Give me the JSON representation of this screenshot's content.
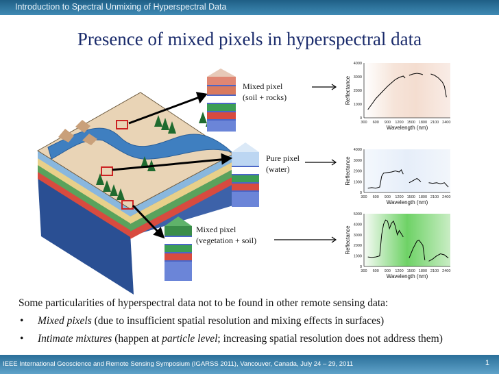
{
  "header": {
    "section_title": "Introduction to Spectral Unmixing of Hyperspectral Data"
  },
  "slide": {
    "title": "Presence of mixed pixels in hyperspectral data"
  },
  "labels": {
    "mixed1_line1": "Mixed pixel",
    "mixed1_line2": "(soil + rocks)",
    "pure_line1": "Pure pixel",
    "pure_line2": "(water)",
    "mixed2_line1": "Mixed pixel",
    "mixed2_line2": "(vegetation + soil)"
  },
  "body": {
    "intro": "Some particularities of hyperspectral data not to be found in other remote sensing data:",
    "b1_em": "Mixed pixels",
    "b1_rest": " (due to insufficient spatial resolution and mixing effects in surfaces)",
    "b2_em": "Intimate mixtures",
    "b2_mid": " (happen at ",
    "b2_em2": "particle level",
    "b2_rest": "; increasing spatial resolution does not address them)"
  },
  "footer": {
    "conference": "IEEE International Geoscience and Remote Sensing Symposium (IGARSS 2011), Vancouver, Canada, July 24 – 29, 2011",
    "page": "1"
  },
  "chart_data": [
    {
      "type": "line",
      "xlabel": "Wavelength (nm)",
      "ylabel": "Reflectance",
      "xlim": [
        300,
        2500
      ],
      "ylim": [
        0,
        4000
      ],
      "xticks": [
        "300",
        "600",
        "900",
        "1200",
        "1500",
        "1800",
        "2100",
        "2400"
      ],
      "yticks": [
        "0",
        "1000",
        "2000",
        "3000",
        "4000"
      ],
      "background": "soil",
      "segments": [
        [
          [
            400,
            600
          ],
          [
            500,
            1000
          ],
          [
            600,
            1400
          ],
          [
            700,
            1700
          ],
          [
            800,
            2000
          ],
          [
            900,
            2300
          ],
          [
            1000,
            2550
          ],
          [
            1100,
            2800
          ],
          [
            1200,
            2950
          ],
          [
            1300,
            3050
          ],
          [
            1350,
            2900
          ]
        ],
        [
          [
            1450,
            3100
          ],
          [
            1550,
            3200
          ],
          [
            1650,
            3250
          ],
          [
            1750,
            3200
          ],
          [
            1800,
            3150
          ]
        ],
        [
          [
            2000,
            3200
          ],
          [
            2100,
            3100
          ],
          [
            2200,
            2900
          ],
          [
            2300,
            2600
          ],
          [
            2350,
            2300
          ],
          [
            2400,
            1500
          ]
        ]
      ]
    },
    {
      "type": "line",
      "xlabel": "Wavelength (nm)",
      "ylabel": "Reflectance",
      "xlim": [
        300,
        2500
      ],
      "ylim": [
        0,
        4000
      ],
      "xticks": [
        "300",
        "600",
        "900",
        "1200",
        "1500",
        "1800",
        "2100",
        "2400"
      ],
      "yticks": [
        "0",
        "1000",
        "2000",
        "3000",
        "4000"
      ],
      "background": "water",
      "segments": [
        [
          [
            400,
            400
          ],
          [
            500,
            450
          ],
          [
            600,
            400
          ],
          [
            700,
            500
          ],
          [
            750,
            1500
          ],
          [
            800,
            1800
          ],
          [
            900,
            1850
          ],
          [
            1000,
            1900
          ],
          [
            1100,
            2000
          ],
          [
            1200,
            1900
          ],
          [
            1250,
            2100
          ],
          [
            1300,
            1700
          ]
        ],
        [
          [
            1450,
            900
          ],
          [
            1550,
            1100
          ],
          [
            1650,
            1300
          ],
          [
            1750,
            1000
          ]
        ],
        [
          [
            1950,
            900
          ],
          [
            2050,
            850
          ],
          [
            2150,
            900
          ],
          [
            2250,
            800
          ],
          [
            2350,
            900
          ],
          [
            2450,
            500
          ]
        ]
      ]
    },
    {
      "type": "line",
      "xlabel": "Wavelength (nm)",
      "ylabel": "Reflectance",
      "xlim": [
        300,
        2500
      ],
      "ylim": [
        0,
        5000
      ],
      "xticks": [
        "300",
        "600",
        "900",
        "1200",
        "1500",
        "1800",
        "2100",
        "2400"
      ],
      "yticks": [
        "0",
        "1000",
        "2000",
        "3000",
        "4000",
        "5000"
      ],
      "background": "vegetation",
      "segments": [
        [
          [
            400,
            900
          ],
          [
            500,
            850
          ],
          [
            600,
            900
          ],
          [
            700,
            1000
          ],
          [
            750,
            3000
          ],
          [
            800,
            4000
          ],
          [
            850,
            4400
          ],
          [
            900,
            4300
          ],
          [
            950,
            3600
          ],
          [
            1000,
            4100
          ],
          [
            1050,
            4300
          ],
          [
            1100,
            3800
          ],
          [
            1150,
            3000
          ],
          [
            1200,
            3400
          ],
          [
            1300,
            2800
          ]
        ],
        [
          [
            1450,
            800
          ],
          [
            1550,
            1700
          ],
          [
            1650,
            2400
          ],
          [
            1700,
            2500
          ],
          [
            1800,
            2000
          ],
          [
            1850,
            600
          ]
        ],
        [
          [
            1950,
            500
          ],
          [
            2050,
            700
          ],
          [
            2150,
            1000
          ],
          [
            2250,
            1200
          ],
          [
            2350,
            1100
          ],
          [
            2450,
            800
          ]
        ]
      ]
    }
  ]
}
